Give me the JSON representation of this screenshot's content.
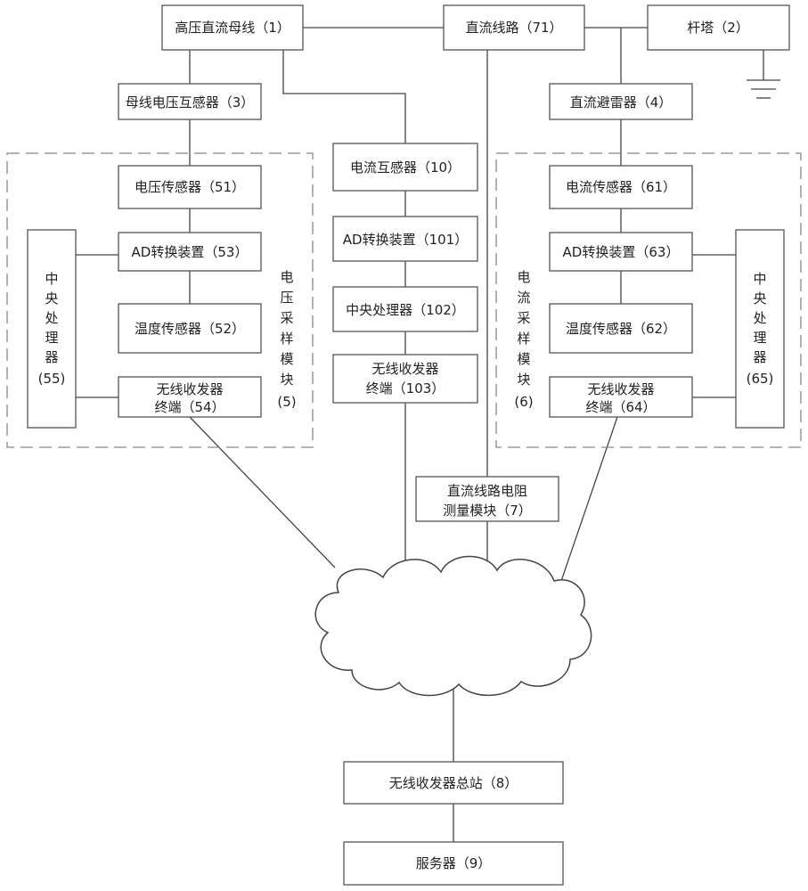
{
  "nodes": {
    "hv_dc_bus": "高压直流母线（1）",
    "dc_line": "直流线路（71）",
    "tower": "杆塔（2）",
    "bus_vt": "母线电压互感器（3）",
    "dc_arrester": "直流避雷器（4）",
    "current_transformer": "电流互感器（10）",
    "ad_101": "AD转换装置（101）",
    "cpu_102": "中央处理器（102）",
    "wireless_103": [
      "无线收发器",
      "终端（103）"
    ],
    "voltage_sensor_51": "电压传感器（51）",
    "ad_53": "AD转换装置（53）",
    "temp_sensor_52": "温度传感器（52）",
    "wireless_54": [
      "无线收发器",
      "终端（54）"
    ],
    "cpu_55": [
      "中",
      "央",
      "处",
      "理",
      "器",
      "(55)"
    ],
    "voltage_module_5": [
      "电",
      "压",
      "采",
      "样",
      "模",
      "块",
      "(5)"
    ],
    "current_sensor_61": "电流传感器（61）",
    "ad_63": "AD转换装置（63）",
    "temp_sensor_62": "温度传感器（62）",
    "wireless_64": [
      "无线收发器",
      "终端（64）"
    ],
    "cpu_65": [
      "中",
      "央",
      "处",
      "理",
      "器",
      "(65)"
    ],
    "current_module_6": [
      "电",
      "流",
      "采",
      "样",
      "模",
      "块",
      "(6)"
    ],
    "resistance_module_7": [
      "直流线路电阻",
      "测量模块（7）"
    ],
    "wireless_station_8": "无线收发器总站（8）",
    "server_9": "服务器（9）"
  }
}
